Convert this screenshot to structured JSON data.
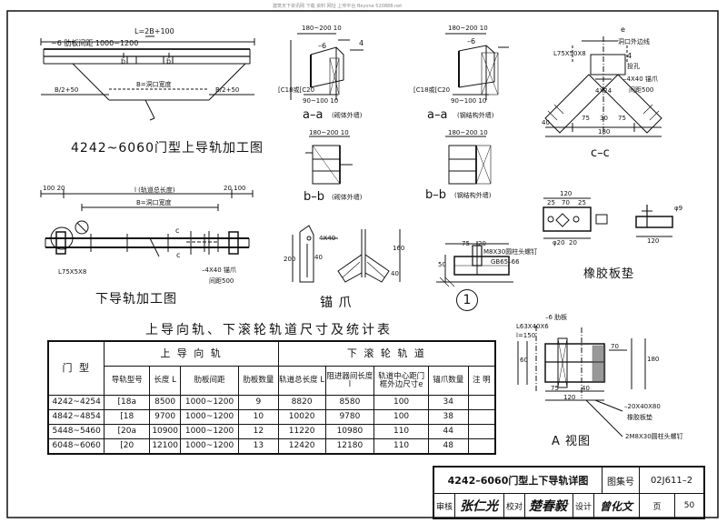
{
  "watermark": "建筑天下资讯网 下载 资料  网址 上传平台 Beyone 520888.net",
  "views": {
    "upper_rail_title": "4242~6060门型上导轨加工图",
    "lower_rail_title": "下导轨加工图",
    "anchor_title": "锚  爪",
    "rubber_title": "橡胶板垫",
    "a_view_title": "A 视图",
    "cc_label": "c–c",
    "aa_masonry": "a–a",
    "aa_masonry_note": "(砌体外墙)",
    "aa_steel": "a–a",
    "aa_steel_note": "(钢结构外墙)",
    "bb_masonry": "b–b",
    "bb_masonry_note": "(砌体外墙)",
    "bb_steel": "b–b",
    "bb_steel_note": "(钢结构外墙)",
    "detail_number": "1"
  },
  "annotations": {
    "upper_L": "L=2B+100",
    "upper_spacing": "~6 肋板间距 1000~1200",
    "upper_b": "b",
    "upper_B2_left": "B/2+50",
    "upper_B_label": "B=洞口宽度",
    "upper_B2_right": "B/2+50",
    "aa1_dim": "180~200 10",
    "aa1_6": "–6",
    "aa1_4": "4",
    "aa1_channel": "[C18或[C20",
    "aa1_bottom": "90~100 10",
    "aa2_dim": "180~200 10",
    "aa2_6": "–6",
    "aa2_channel": "[C18或[C20",
    "aa2_bottom": "90~100 10",
    "bb1_dim": "180~200 10",
    "bb2_dim": "180~200 10",
    "cc_e": "e",
    "cc_angle": "L75X50X8",
    "cc_wall": "洞口外边线",
    "cc_4": "4",
    "cc_slot": "投孔",
    "cc_anchor": "–4X40 锚爪",
    "cc_spacing": "间距500",
    "cc_4x24": "4X24",
    "cc_75a": "75",
    "cc_30": "30",
    "cc_75b": "75",
    "cc_180": "180",
    "cc_40": "40",
    "lower_100a": "100 20",
    "lower_l": "l (轨道总长度)",
    "lower_20b": "20 100",
    "lower_B": "B=洞口宽度",
    "lower_c": "c",
    "lower_angle": "L75X5X8",
    "lower_anchor": "–4X40 锚爪",
    "lower_spacing": "间距500",
    "anchor_4x40": "4X40",
    "anchor_200": "200",
    "anchor_40a": "40",
    "anchor_40b": "40",
    "anchor_160": "160",
    "d1_75": "75",
    "d1_20": "20",
    "d1_bolt": "M8X30圆柱头螺钉",
    "d1_gb": "GB65–66",
    "d1_50": "50",
    "rb_120": "120",
    "rb_25": "25",
    "rb_70": "70",
    "rb_25b": "25",
    "rb_phi9": "φ9",
    "rb_phi20": "φ20",
    "rb_20": "20",
    "rb_120b": "120",
    "av_6": "–6 肋板",
    "av_l63": "L63X40X6",
    "av_l150": "l=150",
    "av_rubber": "–20X40X80",
    "av_rubber_note": "橡胶板垫",
    "av_bolt": "2M8X30圆柱头螺钉",
    "av_70": "70",
    "av_180": "180",
    "av_60": "60",
    "av_120": "120",
    "av_75": "75",
    "av_40": "40"
  },
  "table": {
    "title": "上导向轨、下滚轮轨道尺寸及统计表",
    "group_upper": "上 导 向 轨",
    "group_lower": "下 滚 轮 轨 道",
    "col_door": "门    型",
    "col_rail_type": "导轨型号",
    "col_length": "长度 L",
    "col_rib_spacing": "肋板间距",
    "col_rib_count": "肋板数量",
    "col_total_length": "轨道总长度 L",
    "col_stopper": "阻进器间长度 l",
    "col_center": "轨道中心距门框外边尺寸e",
    "col_anchor_count": "锚爪数量",
    "col_note": "注    明",
    "rows": [
      {
        "door": "4242~4254",
        "rail": "[18a",
        "L": "8500",
        "spacing": "1000~1200",
        "ribs": "9",
        "total": "8820",
        "stop": "8580",
        "e": "100",
        "anchors": "34",
        "note": ""
      },
      {
        "door": "4842~4854",
        "rail": "[18",
        "L": "9700",
        "spacing": "1000~1200",
        "ribs": "10",
        "total": "10020",
        "stop": "9780",
        "e": "100",
        "anchors": "38",
        "note": ""
      },
      {
        "door": "5448~5460",
        "rail": "[20a",
        "L": "10900",
        "spacing": "1000~1200",
        "ribs": "12",
        "total": "11220",
        "stop": "10980",
        "e": "110",
        "anchors": "44",
        "note": ""
      },
      {
        "door": "6048~6060",
        "rail": "[20",
        "L": "12100",
        "spacing": "1000~1200",
        "ribs": "13",
        "total": "12420",
        "stop": "12180",
        "e": "110",
        "anchors": "48",
        "note": ""
      }
    ]
  },
  "title_block": {
    "drawing_title": "4242–6060门型上下导轨详图",
    "atlas_label": "图集号",
    "atlas_no": "02J611–2",
    "review_label": "审核",
    "review_sig": "张仁光",
    "check_label": "校对",
    "check_sig": "楚春毅",
    "design_label": "设计",
    "design_sig": "曾化文",
    "page_label": "页",
    "page_no": "50"
  }
}
